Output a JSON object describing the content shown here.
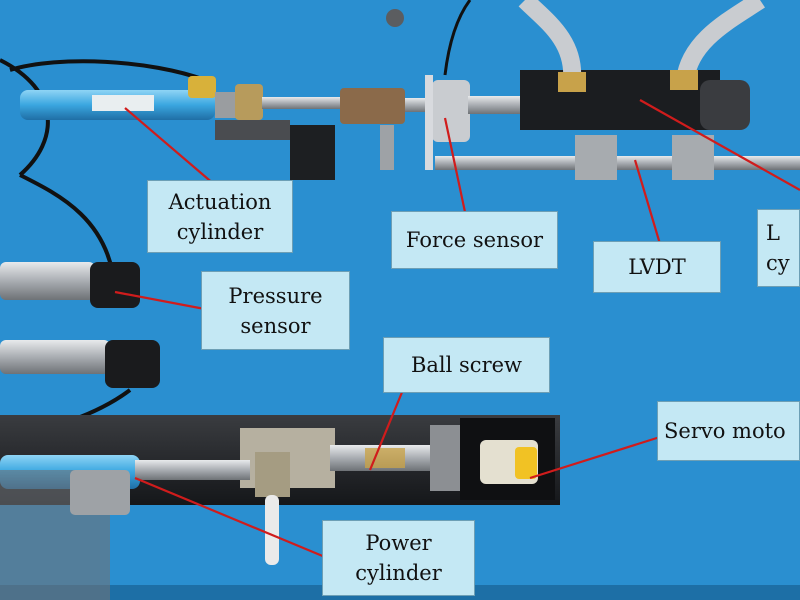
{
  "labels": {
    "actuation_cylinder": [
      "Actuation",
      "cylinder"
    ],
    "force_sensor": [
      "Force sensor"
    ],
    "lvdt": [
      "LVDT"
    ],
    "load_cylinder_partial": [
      "L",
      "cy"
    ],
    "pressure_sensor": [
      "Pressure",
      "sensor"
    ],
    "ball_screw": [
      "Ball screw"
    ],
    "servo_motor_partial": [
      "Servo moto"
    ],
    "power_cylinder": [
      "Power",
      "cylinder"
    ]
  },
  "colors": {
    "panel_blue": "#2a8fd0",
    "label_fill": "#c4e8f4",
    "leader_line": "#d01c1c",
    "metal": "#b8bcc0",
    "dark_metal": "#2b2d30",
    "brass": "#c8a24a"
  }
}
